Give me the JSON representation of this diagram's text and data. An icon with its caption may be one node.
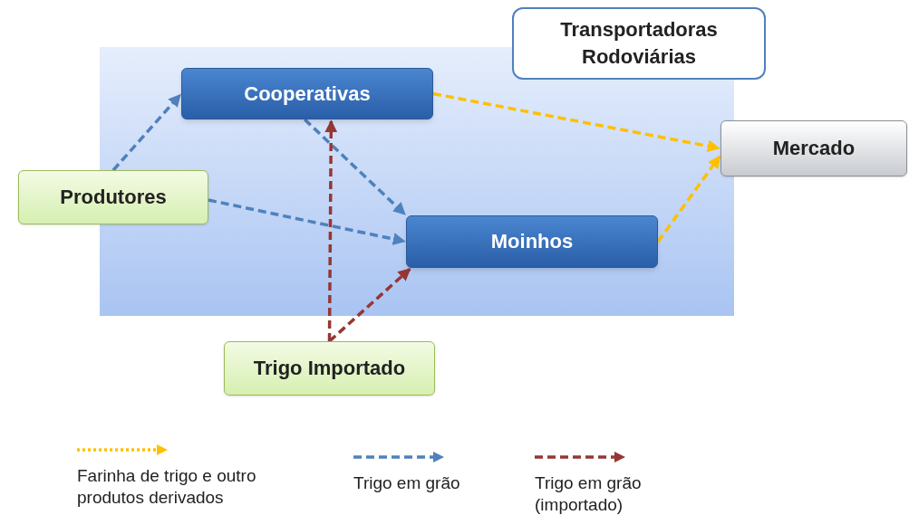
{
  "diagram": {
    "nodes": [
      {
        "text": [
          "Transportadoras Rodoviárias"
        ]
      },
      {
        "text": [
          "Cooperativas"
        ]
      },
      {
        "text": [
          "Mercado"
        ]
      },
      {
        "text": [
          "Produtores"
        ]
      },
      {
        "text": [
          "Moinhos"
        ]
      },
      {
        "text": [
          "Trigo Importado"
        ]
      }
    ],
    "edges": [
      {
        "from": 3,
        "to": 1,
        "arrow": "to",
        "style": "dashed"
      },
      {
        "from": 3,
        "to": 4,
        "arrow": "to",
        "style": "dashed"
      },
      {
        "from": 1,
        "to": 4,
        "arrow": "to",
        "style": "dashed"
      },
      {
        "from": 1,
        "to": 2,
        "arrow": "to",
        "style": "dashed",
        "color": "#ffc000"
      },
      {
        "from": 4,
        "to": 2,
        "arrow": "to",
        "style": "dashed",
        "color": "#ffc000"
      },
      {
        "from": 5,
        "to": 1,
        "arrow": "to",
        "style": "dashed",
        "color": "#953735"
      },
      {
        "from": 5,
        "to": 4,
        "arrow": "to",
        "style": "dashed",
        "color": "#953735"
      }
    ],
    "legend": [
      {
        "text": "Farinha de trigo e outro produtos derivados"
      },
      {
        "text": "Trigo em grão"
      },
      {
        "text": "Trigo em grão (importado)"
      }
    ]
  }
}
